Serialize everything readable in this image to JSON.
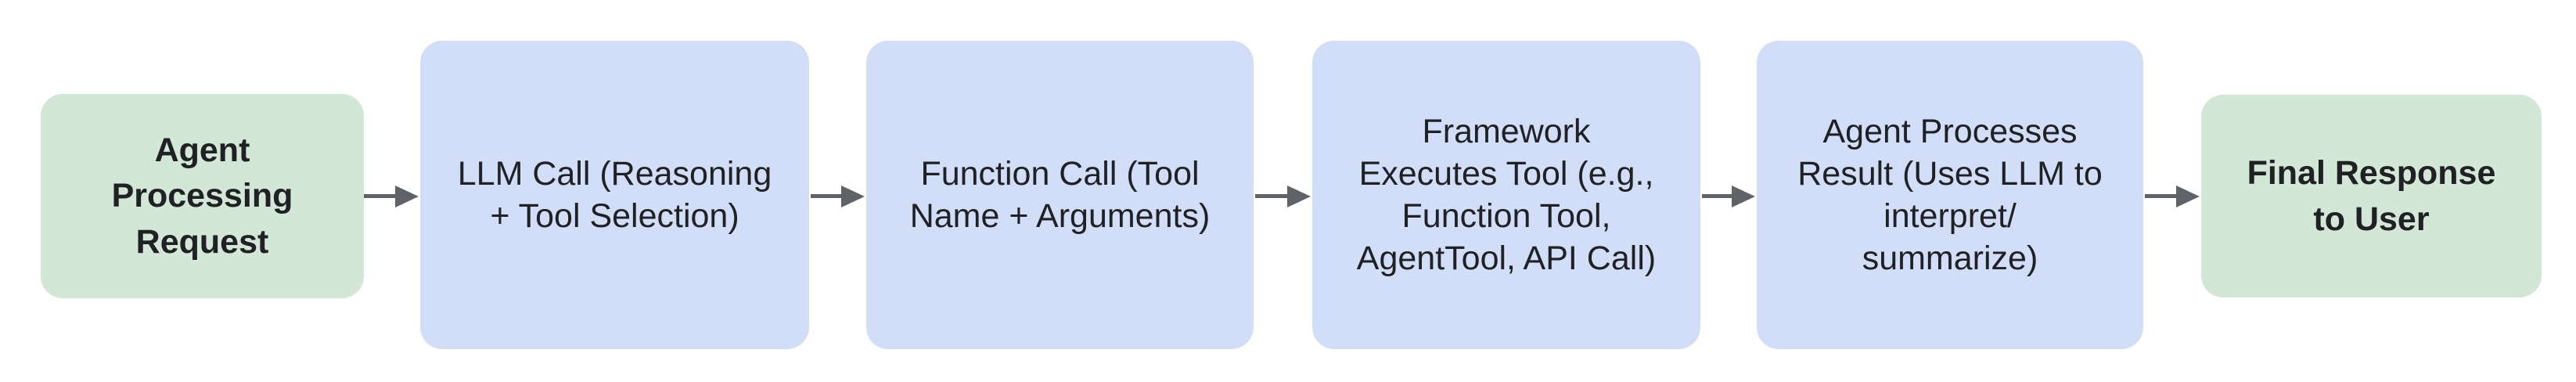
{
  "diagram": {
    "type": "flowchart",
    "orientation": "left-to-right",
    "background": "#ffffff",
    "text_color": "#202124",
    "arrow_color": "#5f6368",
    "node_colors": {
      "terminal": "#d2e7d5",
      "process": "#d2def8"
    },
    "nodes": [
      {
        "id": "agent-processing-request",
        "kind": "terminal",
        "label": "Agent\nProcessing\nRequest"
      },
      {
        "id": "llm-call",
        "kind": "process",
        "label": "LLM Call (Reasoning\n+ Tool Selection)"
      },
      {
        "id": "function-call",
        "kind": "process",
        "label": "Function Call (Tool\nName + Arguments)"
      },
      {
        "id": "framework-executes-tool",
        "kind": "process",
        "label": "Framework\nExecutes Tool (e.g.,\nFunction Tool,\nAgentTool, API Call)"
      },
      {
        "id": "agent-processes-result",
        "kind": "process",
        "label": "Agent Processes\nResult (Uses LLM to\ninterpret/\nsummarize)"
      },
      {
        "id": "final-response-to-user",
        "kind": "terminal",
        "label": "Final Response\nto User"
      }
    ],
    "edges": [
      {
        "from": 0,
        "to": 1
      },
      {
        "from": 1,
        "to": 2
      },
      {
        "from": 2,
        "to": 3
      },
      {
        "from": 3,
        "to": 4
      },
      {
        "from": 4,
        "to": 5
      }
    ]
  }
}
